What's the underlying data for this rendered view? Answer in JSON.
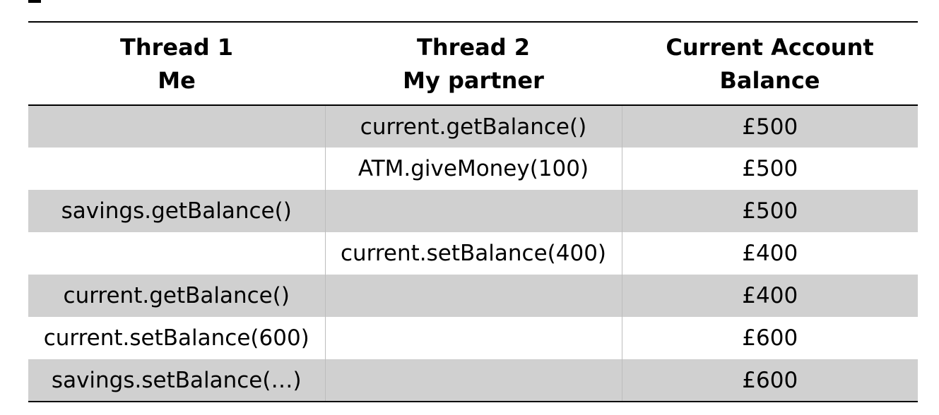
{
  "table": {
    "header": {
      "col1": [
        "Thread 1",
        "Me"
      ],
      "col2": [
        "Thread 2",
        "My partner"
      ],
      "col3": [
        "Current Account",
        "Balance"
      ]
    },
    "rows": [
      {
        "thread1": "",
        "thread2": "current.getBalance()",
        "balance": "£500",
        "shaded": true
      },
      {
        "thread1": "",
        "thread2": "ATM.giveMoney(100)",
        "balance": "£500",
        "shaded": false
      },
      {
        "thread1": "savings.getBalance()",
        "thread2": "",
        "balance": "£500",
        "shaded": true
      },
      {
        "thread1": "",
        "thread2": "current.setBalance(400)",
        "balance": "£400",
        "shaded": false
      },
      {
        "thread1": "current.getBalance()",
        "thread2": "",
        "balance": "£400",
        "shaded": true
      },
      {
        "thread1": "current.setBalance(600)",
        "thread2": "",
        "balance": "£600",
        "shaded": false
      },
      {
        "thread1": "savings.setBalance(…)",
        "thread2": "",
        "balance": "£600",
        "shaded": true
      }
    ]
  }
}
